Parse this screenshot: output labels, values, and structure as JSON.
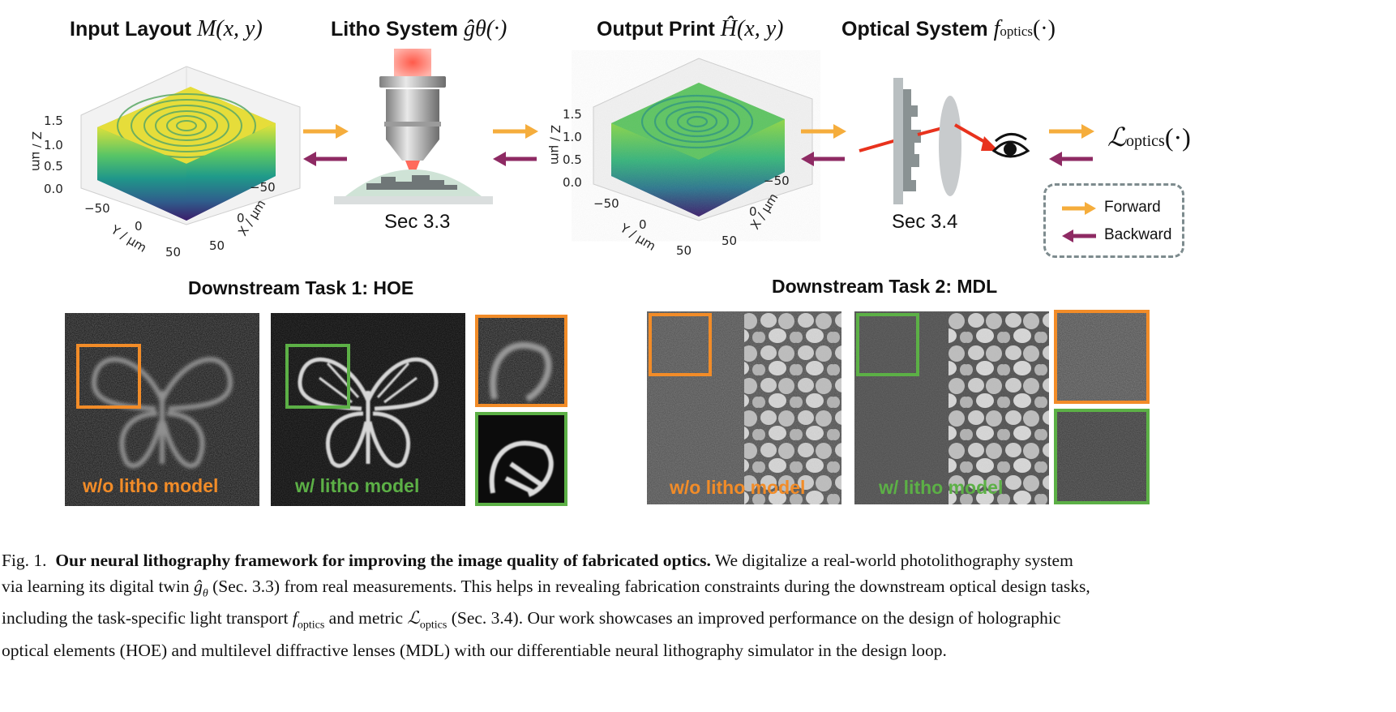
{
  "top_row": {
    "input_layout": {
      "title": "Input Layout",
      "symbol": "M(x, y)",
      "z_label": "Z / μm",
      "x_label": "X / μm",
      "y_label": "Y / μm",
      "z_ticks": [
        "1.5",
        "1.0",
        "0.5",
        "0.0"
      ],
      "x_ticks": [
        "−50",
        "0",
        "50"
      ],
      "y_ticks": [
        "−50",
        "0",
        "50"
      ]
    },
    "litho_system": {
      "title": "Litho System",
      "symbol": "ĝθ(·)",
      "section": "Sec 3.3"
    },
    "output_print": {
      "title": "Output Print",
      "symbol": "Ĥ(x, y)",
      "z_label": "Z / μm",
      "x_label": "X / μm",
      "y_label": "Y / μm",
      "z_ticks": [
        "1.5",
        "1.0",
        "0.5",
        "0.0"
      ],
      "x_ticks": [
        "−50",
        "0",
        "50"
      ],
      "y_ticks": [
        "−50",
        "0",
        "50"
      ]
    },
    "optical_system": {
      "title": "Optical System",
      "symbol": "f",
      "symbol_sub": "optics",
      "symbol_tail": "(·)",
      "section": "Sec 3.4"
    },
    "loss": {
      "symbol": "ℒ",
      "symbol_sub": "optics",
      "symbol_tail": "(·)"
    },
    "legend": {
      "forward": "Forward",
      "backward": "Backward"
    },
    "colors": {
      "forward": "#f5ad3c",
      "backward": "#8e2a63",
      "ray": "#e8321d"
    }
  },
  "tasks": {
    "task1": {
      "title": "Downstream Task 1: HOE",
      "without": "w/o litho model",
      "with": "w/ litho model"
    },
    "task2": {
      "title": "Downstream Task 2: MDL",
      "without": "w/o litho model",
      "with": "w/ litho model"
    },
    "colors": {
      "without": "#f28c28",
      "with": "#5cb046"
    }
  },
  "caption": {
    "fig": "Fig. 1.",
    "bold": "Our neural lithography framework for improving the image quality of fabricated optics.",
    "line1_rest": "We digitalize a real-world photolithography system",
    "line2_a": "via learning its digital twin",
    "line2_sym": "ĝ",
    "line2_sub": "θ",
    "line2_b": "(Sec. 3.3) from real measurements. This helps in revealing fabrication constraints during the downstream optical design tasks,",
    "line3_a": "including the task-specific light transport",
    "line3_f": "f",
    "line3_fsub": "optics",
    "line3_b": "and metric",
    "line3_l": "ℒ",
    "line3_lsub": "optics",
    "line3_c": "(Sec. 3.4). Our work showcases an improved performance on the design of holographic",
    "line4": "optical elements (HOE) and multilevel diffractive lenses (MDL) with our differentiable neural lithography simulator in the design loop."
  }
}
